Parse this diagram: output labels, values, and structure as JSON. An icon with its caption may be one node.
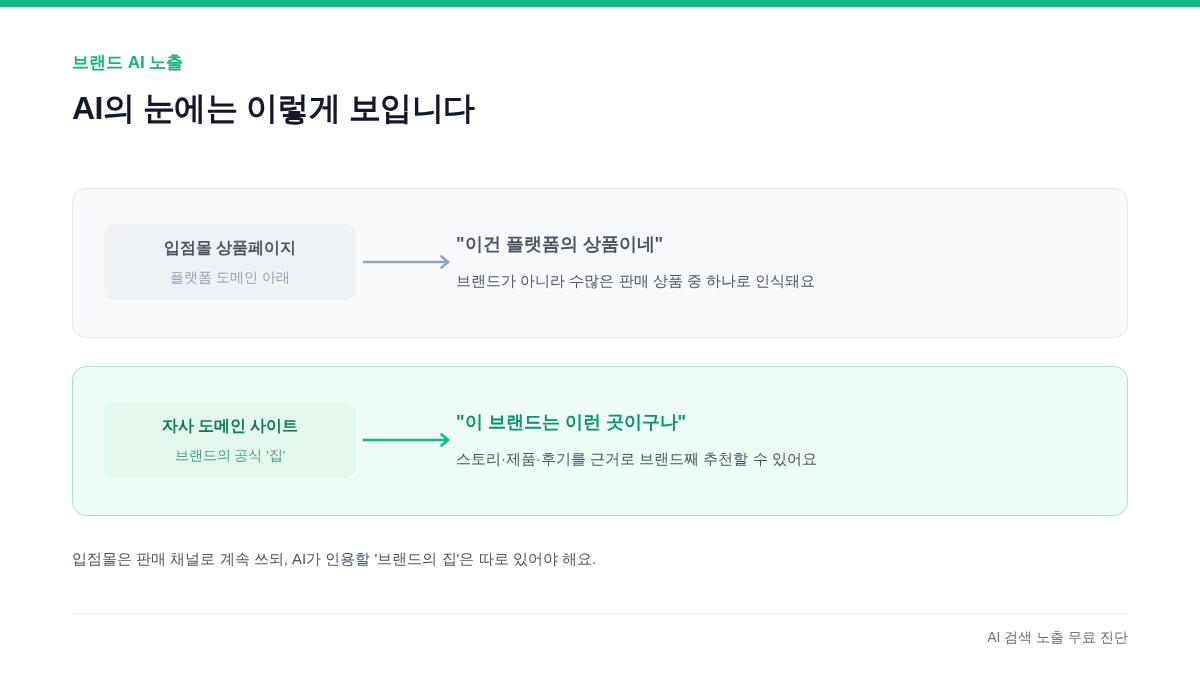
{
  "diagram": {
    "title": "AI의 눈에는 이렇게 보입니다",
    "nodes": [
      {
        "text": [],
        "shape": "box"
      },
      {
        "text": [
          "입점몰 상품페이지",
          "플랫폼 도메인 아래"
        ],
        "in": 0
      },
      {
        "text": [
          "\"이건 플랫폼의 상품이네\"",
          "브랜드가 아니라 수많은 판매 상품 중 하나로 인식돼요"
        ],
        "in": 0
      },
      {
        "text": [],
        "shape": "box"
      },
      {
        "text": [
          "자사 도메인 사이트",
          "브랜드의 공식 '집'"
        ],
        "in": 3
      },
      {
        "text": [
          "\"이 브랜드는 이런 곳이구나\"",
          "스토리·제품·후기를 근거로 브랜드째 추천할 수 있어요"
        ],
        "in": 3
      }
    ],
    "edges": [
      {
        "from": 1,
        "to": 2,
        "arrow": "to",
        "color": "#94a3b8"
      },
      {
        "from": 4,
        "to": 5,
        "arrow": "to",
        "color": "#10b981"
      }
    ],
    "labels": [
      "브랜드 AI 노출",
      "입점몰은 판매 채널로 계속 쓰되, AI가 인용할 '브랜드의 집'은 따로 있어야 해요.",
      "AI 검색 노출 무료 진단"
    ]
  }
}
